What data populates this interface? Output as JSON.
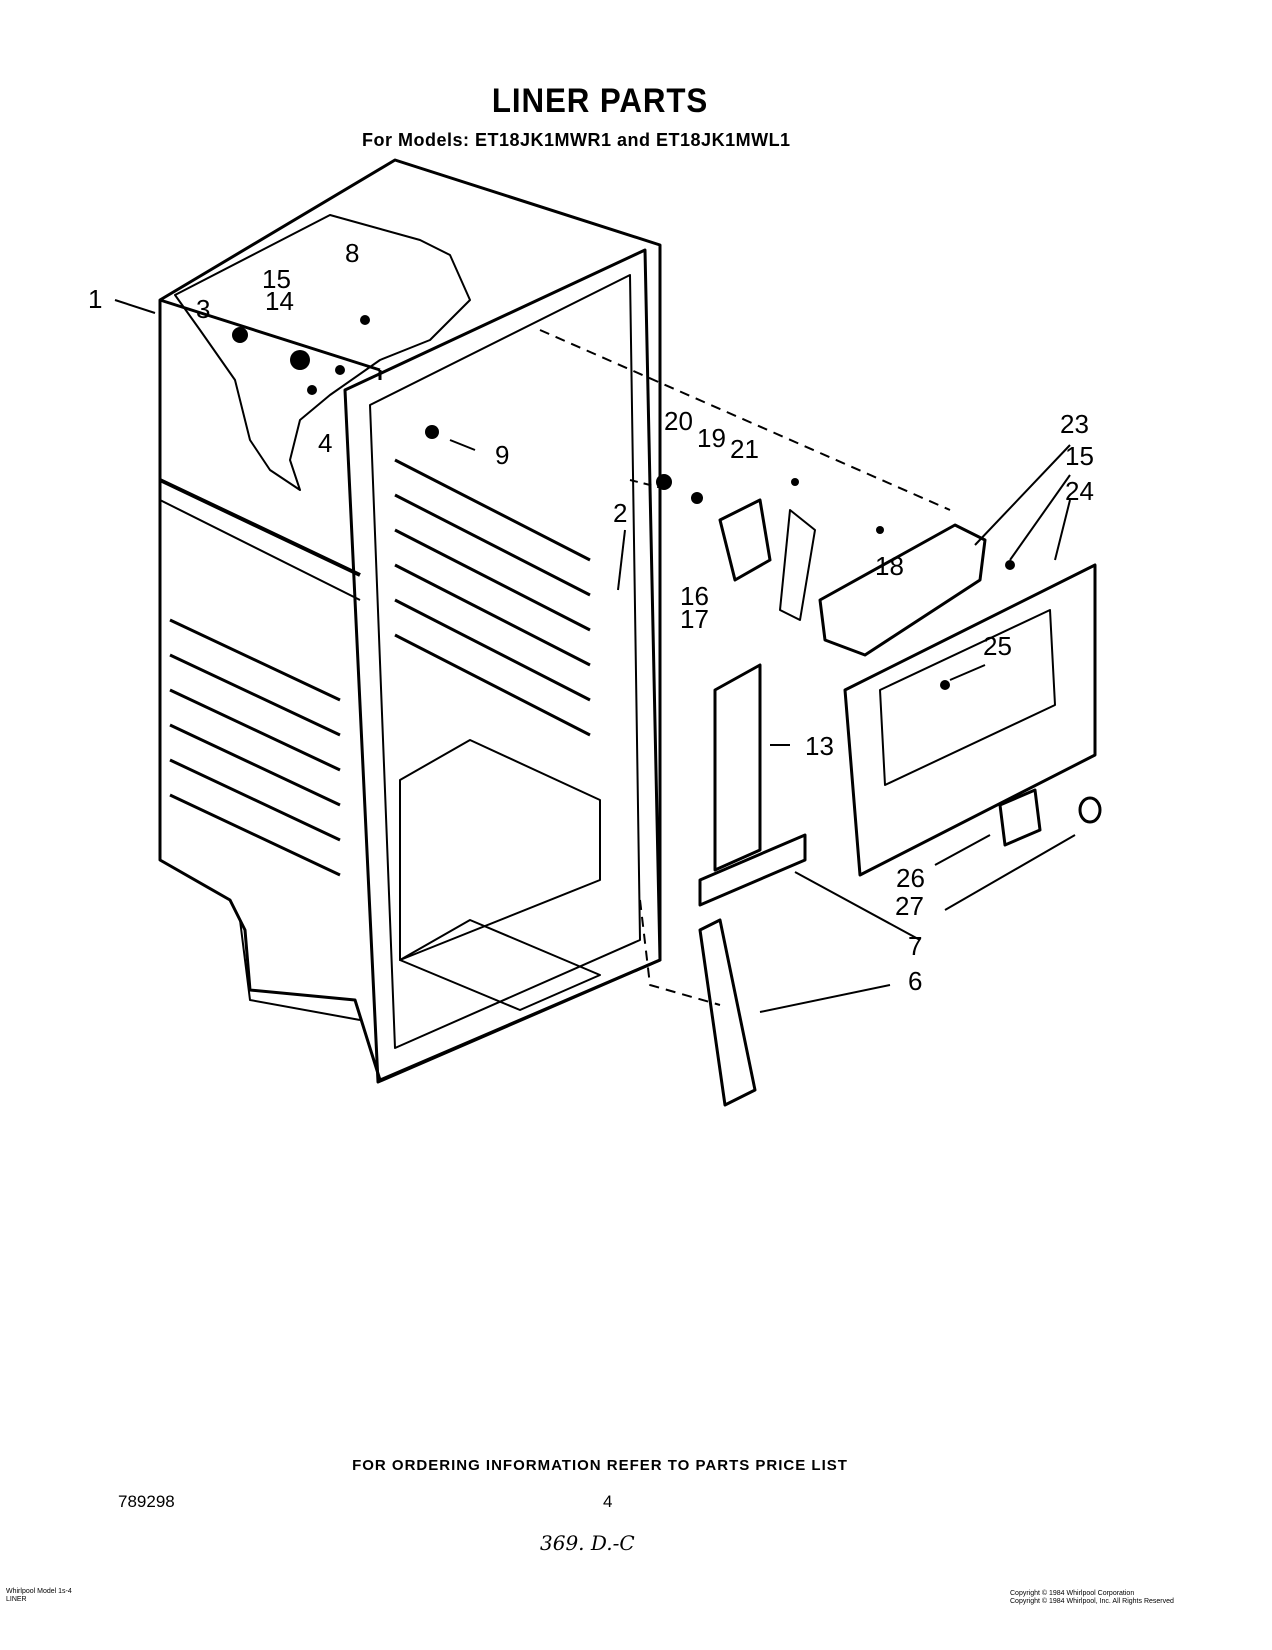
{
  "header": {
    "title": "LINER PARTS",
    "subtitle": "For Models: ET18JK1MWR1 and ET18JK1MWL1"
  },
  "callouts": [
    "1",
    "3",
    "15",
    "14",
    "8",
    "4",
    "9",
    "2",
    "20",
    "19",
    "21",
    "23",
    "15",
    "24",
    "18",
    "16",
    "17",
    "25",
    "13",
    "26",
    "27",
    "7",
    "6"
  ],
  "footer": {
    "ordering_note": "FOR ORDERING INFORMATION REFER TO PARTS PRICE LIST",
    "doc_number": "789298",
    "page_number": "4",
    "handwritten_mark": "369. D.-C"
  },
  "fine_print": {
    "left_line1": "Whirlpool Model 1s-4",
    "left_line2": "LINER",
    "right_line1": "Copyright © 1984 Whirlpool Corporation",
    "right_line2": "Copyright © 1984 Whirlpool, Inc. All Rights Reserved"
  }
}
